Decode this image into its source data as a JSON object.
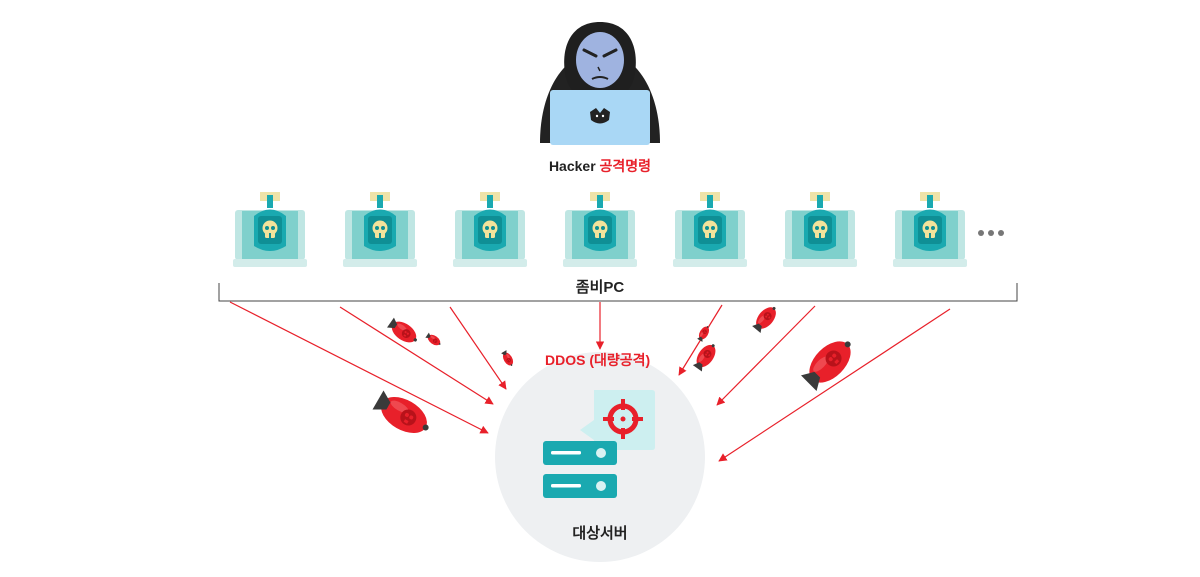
{
  "hacker": {
    "name": "Hacker",
    "command": "공격명령"
  },
  "zombie_group": {
    "label": "좀비PC",
    "count": 7,
    "more_indicator": "•••"
  },
  "attack": {
    "label": "DDOS (대량공격)"
  },
  "target": {
    "label": "대상서버"
  },
  "icons": {
    "hacker": "hooded-hacker-icon",
    "zombie_pc": "infected-laptop-icon",
    "bomb": "bomb-icon",
    "server": "server-icon",
    "target": "crosshair-icon"
  },
  "colors": {
    "accent_red": "#e8202a",
    "teal": "#1aa9b0",
    "light_teal": "#7fd0cc",
    "laptop_screen": "#a9d7f5",
    "server_bg": "#eef0f2",
    "skull": "#f3e39b"
  }
}
